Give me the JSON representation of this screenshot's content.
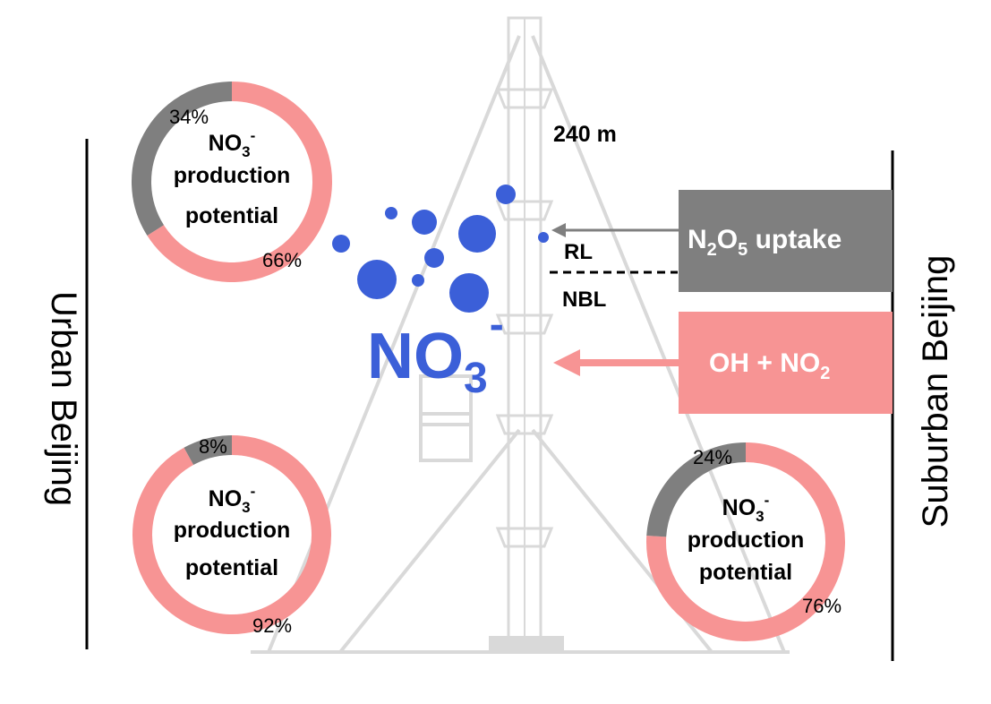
{
  "left_label": "Urban Beijing",
  "right_label": "Suburban Beijing",
  "tower_height_label": "240 m",
  "layers": {
    "upper": "RL",
    "lower": "NBL"
  },
  "center_species": {
    "base": "NO",
    "sub": "3",
    "sup": "-"
  },
  "pathways": {
    "n2o5": {
      "n": "N",
      "sub1": "2",
      "o": "O",
      "sub2": "5",
      "rest": " uptake",
      "color": "#7f7f7f"
    },
    "oh": {
      "label": "OH + NO",
      "sub": "2",
      "color": "#f79494"
    }
  },
  "donut_label": {
    "base": "NO",
    "sub": "3",
    "sup": "-",
    "line2": "production",
    "line3": "potential"
  },
  "colors": {
    "grey": "#7f7f7f",
    "pink": "#f79494",
    "blue": "#3b5fd8",
    "tower": "#d9d9d9"
  },
  "chart_data": [
    {
      "type": "pie",
      "categories": [
        "grey",
        "pink"
      ],
      "values": [
        34,
        66
      ],
      "labels": [
        "34%",
        "66%"
      ]
    },
    {
      "type": "pie",
      "categories": [
        "grey",
        "pink"
      ],
      "values": [
        8,
        92
      ],
      "labels": [
        "8%",
        "92%"
      ]
    },
    {
      "type": "pie",
      "categories": [
        "grey",
        "pink"
      ],
      "values": [
        24,
        76
      ],
      "labels": [
        "24%",
        "76%"
      ]
    }
  ]
}
